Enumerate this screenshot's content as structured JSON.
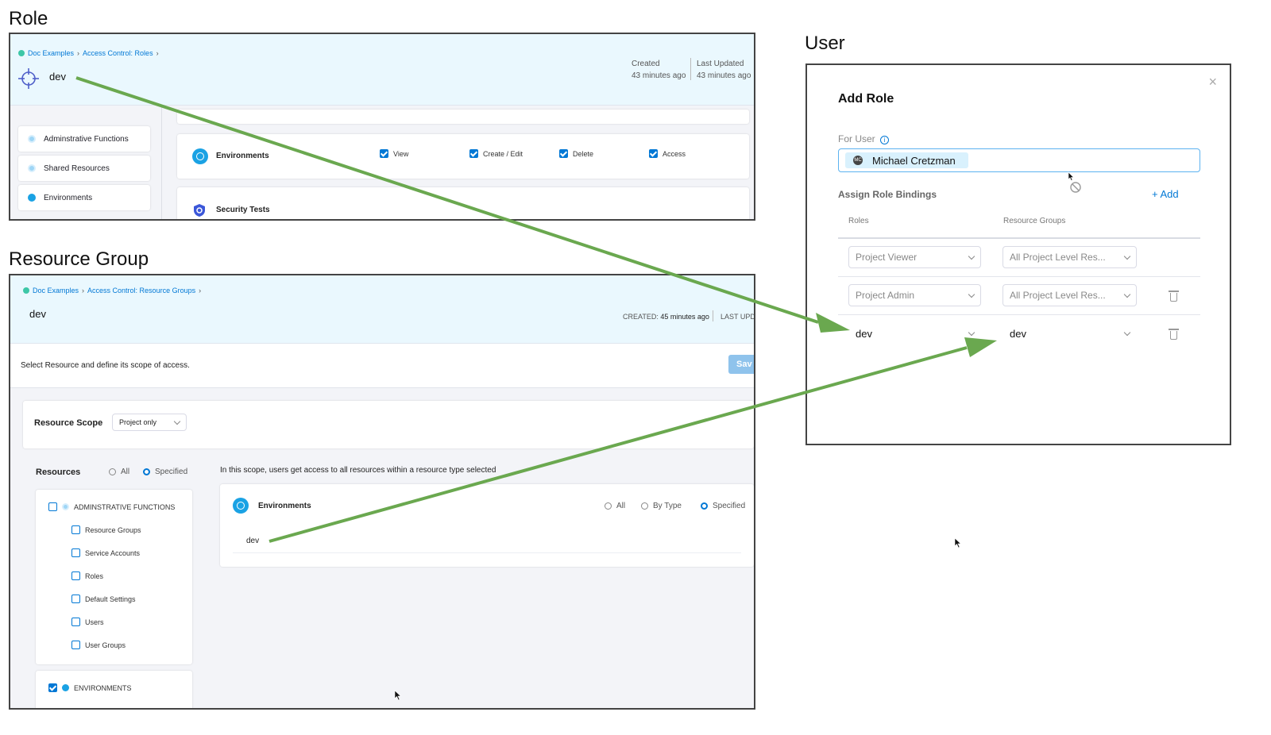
{
  "sections": {
    "role": "Role",
    "resource_group": "Resource Group",
    "user": "User"
  },
  "role_panel": {
    "breadcrumb": [
      "Doc Examples",
      "Access Control: Roles"
    ],
    "name": "dev",
    "created_label": "Created",
    "created_value": "43 minutes ago",
    "updated_label": "Last Updated",
    "updated_value": "43 minutes ago",
    "sidebar": [
      "Adminstrative Functions",
      "Shared Resources",
      "Environments"
    ],
    "env_row": {
      "label": "Environments",
      "permissions": [
        "View",
        "Create / Edit",
        "Delete",
        "Access"
      ]
    },
    "security_row": "Security Tests"
  },
  "rg_panel": {
    "breadcrumb": [
      "Doc Examples",
      "Access Control: Resource Groups"
    ],
    "name": "dev",
    "created_label": "CREATED:",
    "created_value": "45 minutes ago",
    "updated_label": "LAST UPD",
    "instructions": "Select Resource and define its scope of access.",
    "save_label": "Sav",
    "scope_label": "Resource Scope",
    "scope_value": "Project only",
    "resources_label": "Resources",
    "resources_options": [
      "All",
      "Specified"
    ],
    "admin_group": "ADMINSTRATIVE FUNCTIONS",
    "admin_items": [
      "Resource Groups",
      "Service Accounts",
      "Roles",
      "Default Settings",
      "Users",
      "User Groups"
    ],
    "env_group": "ENVIRONMENTS",
    "scope_note": "In this scope, users get access to all resources within a resource type selected",
    "env_card": {
      "label": "Environments",
      "options": [
        "All",
        "By Type",
        "Specified"
      ],
      "selected_item": "dev"
    }
  },
  "user_panel": {
    "title": "Add Role",
    "for_user_label": "For User",
    "user_chip": "Michael Cretzman",
    "user_initials": "MC",
    "bindings_label": "Assign Role Bindings",
    "add_label": "+ Add",
    "columns": [
      "Roles",
      "Resource Groups"
    ],
    "rows": [
      {
        "role": "Project Viewer",
        "group": "All Project Level Res..."
      },
      {
        "role": "Project Admin",
        "group": "All Project Level Res..."
      },
      {
        "role": "dev",
        "group": "dev"
      }
    ]
  },
  "colors": {
    "arrow": "#6aa84f",
    "link": "#0278d5",
    "header_bg": "#eaf8fe"
  }
}
